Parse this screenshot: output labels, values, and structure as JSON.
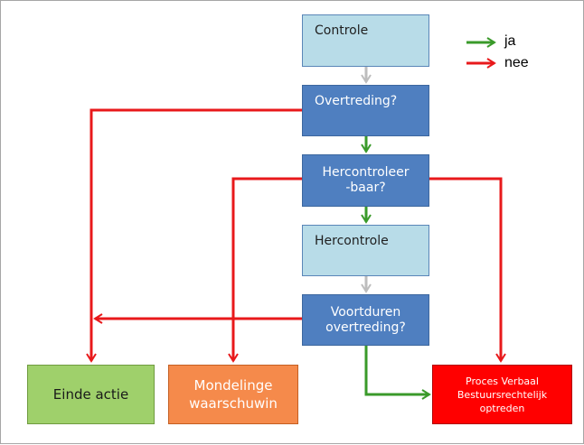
{
  "nodes": {
    "controle": "Controle",
    "overtreding": "Overtreding?",
    "hercontroleerbaar": "Hercontroleer\n-baar?",
    "hercontrole": "Hercontrole",
    "voortduren": "Voortduren\novertreding?",
    "einde_actie": "Einde actie",
    "mondelinge": "Mondelinge\nwaarschuwin",
    "proces_verbaal": "Proces Verbaal\nBestuursrechtelijk\noptreden"
  },
  "legend": {
    "ja": "ja",
    "nee": "nee"
  },
  "colors": {
    "ja": "#3a9a2a",
    "nee": "#e8191b",
    "neutral": "#bdbdbd"
  }
}
